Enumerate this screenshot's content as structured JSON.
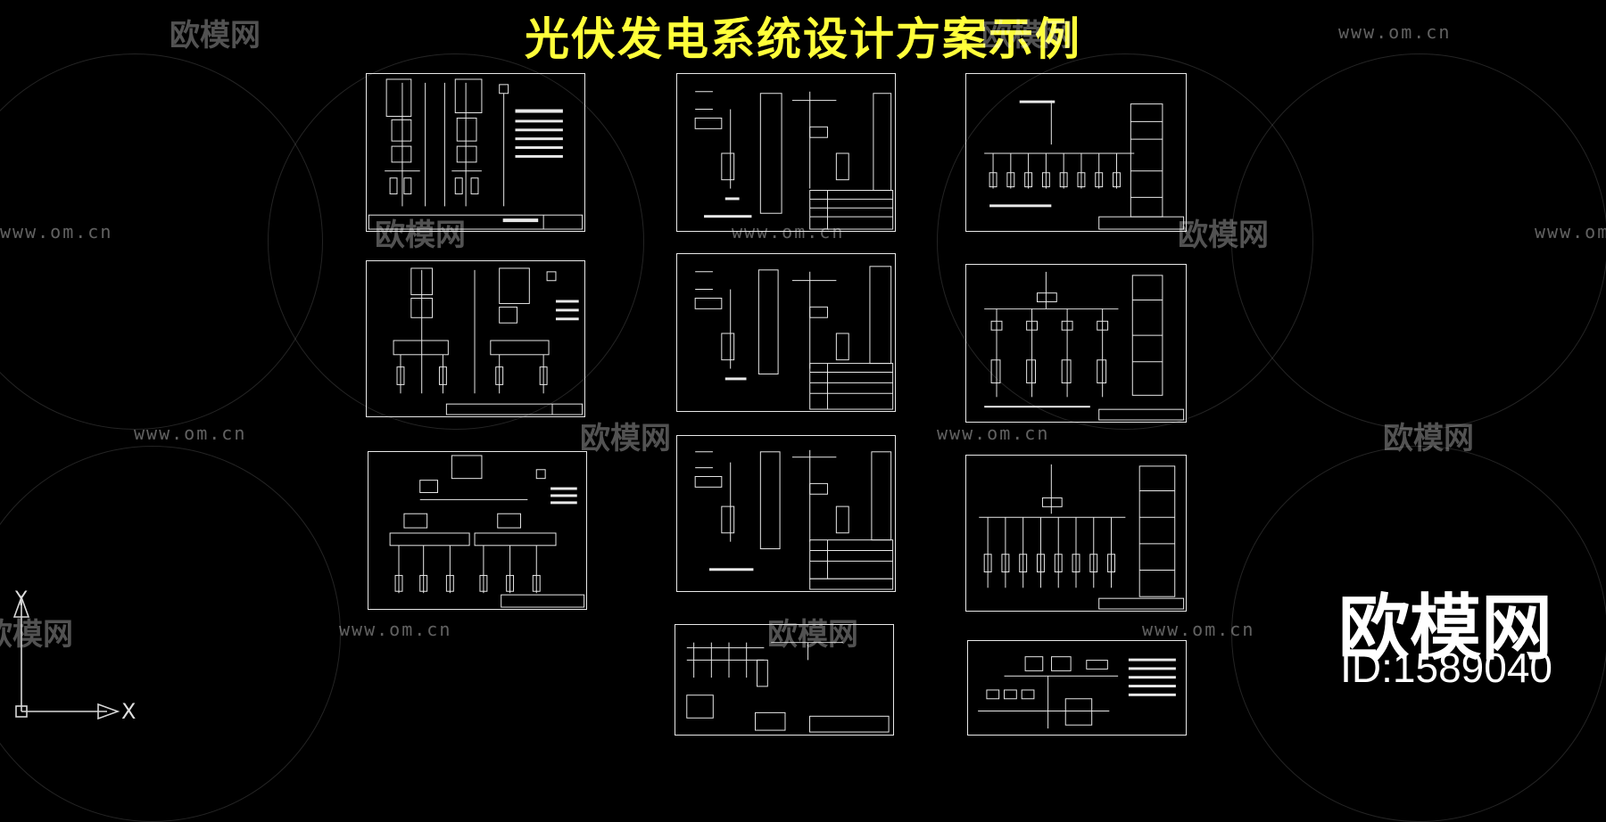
{
  "title": "光伏发电系统设计方案示例",
  "watermark": {
    "logo_text": "欧模网",
    "url_text": "www.om.cn"
  },
  "brand": {
    "logo_text": "欧模网",
    "id_text": "ID:1589040"
  },
  "ucs": {
    "x_label": "X",
    "y_label": "Y"
  },
  "colors": {
    "background": "#000000",
    "title": "#ffff3a",
    "lines": "#e8e8e8"
  }
}
